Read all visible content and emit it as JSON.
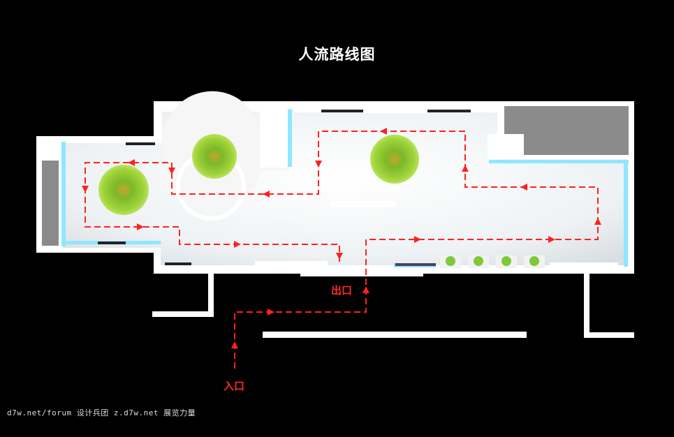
{
  "title": "人流路线图",
  "labels": {
    "exit": "出口",
    "entrance": "入口"
  },
  "watermark": "d7w.net/forum 设计兵团 z.d7w.net 展览力量",
  "colors": {
    "background": "#000000",
    "wall": "#ffffff",
    "floor": "#e9eef1",
    "route": "#ff2020",
    "plant": "#8fcb2c",
    "accent_cyan": "#8fe6ff"
  }
}
